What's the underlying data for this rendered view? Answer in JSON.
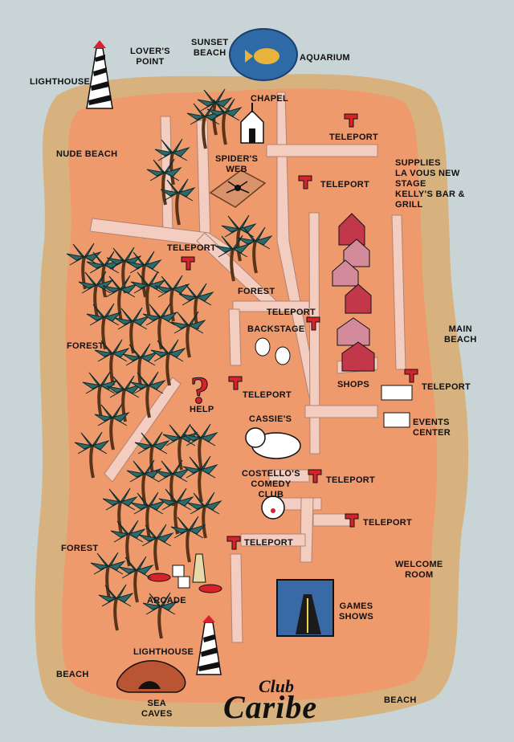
{
  "title": {
    "line1": "Club",
    "line2": "Caribe"
  },
  "labels": {
    "lovers_point": "LOVER'S\nPOINT",
    "sunset_beach": "SUNSET\nBEACH",
    "aquarium": "AQUARIUM",
    "lighthouse_top": "LIGHTHOUSE",
    "chapel": "CHAPEL",
    "nude_beach": "NUDE BEACH",
    "spiders_web": "SPIDER'S\nWEB",
    "supplies": "SUPPLIES\nLA VOUS NEW\nSTAGE\nKELLY'S BAR &\nGRILL",
    "forest_center": "FOREST",
    "backstage": "BACKSTAGE",
    "forest_left": "FOREST",
    "main_beach": "MAIN\nBEACH",
    "shops": "SHOPS",
    "help": "HELP",
    "cassies": "CASSIE'S",
    "events_center": "EVENTS\nCENTER",
    "costellos": "COSTELLO'S\nCOMEDY\nCLUB",
    "forest_lower": "FOREST",
    "welcome_room": "WELCOME\nROOM",
    "arcade": "ARCADE",
    "games_shows": "GAMES\nSHOWS",
    "lighthouse_bottom": "LIGHTHOUSE",
    "beach_left": "BEACH",
    "sea_caves": "SEA\nCAVES",
    "beach_right": "BEACH"
  },
  "teleports": [
    {
      "id": "tp-1",
      "label": "TELEPORT"
    },
    {
      "id": "tp-2",
      "label": "TELEPORT"
    },
    {
      "id": "tp-3",
      "label": "TELEPORT"
    },
    {
      "id": "tp-4",
      "label": "TELEPORT"
    },
    {
      "id": "tp-5",
      "label": "TELEPORT"
    },
    {
      "id": "tp-6",
      "label": "TELEPORT"
    },
    {
      "id": "tp-7",
      "label": "TELEPORT"
    },
    {
      "id": "tp-8",
      "label": "TELEPORT"
    },
    {
      "id": "tp-9",
      "label": "TELEPORT"
    }
  ],
  "colors": {
    "sea": "#c9d4d6",
    "sand": "#d8b27e",
    "land": "#ef9a6d",
    "path": "#f3cdc0",
    "teleport": "#d8222b",
    "palm": "#2f6a6a"
  }
}
